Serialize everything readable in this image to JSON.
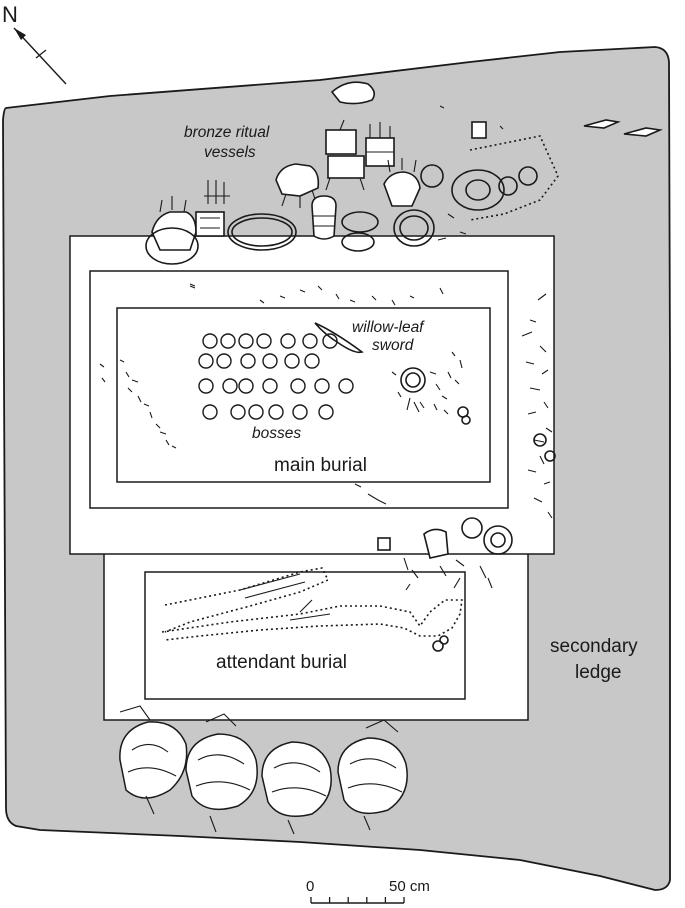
{
  "north": {
    "letter": "N"
  },
  "labels": {
    "bronze_vessels": [
      "bronze ritual",
      "vessels"
    ],
    "sword": [
      "willow-leaf",
      "sword"
    ],
    "bosses": "bosses",
    "main_burial": "main burial",
    "attendant_burial": "attendant burial",
    "secondary_ledge": [
      "secondary",
      "ledge"
    ]
  },
  "scale_bar": {
    "start": "0",
    "end": "50 cm"
  },
  "colors": {
    "ledge_fill": "#c8c8c8",
    "pit_fill": "#ffffff",
    "ink": "#1a1a1a"
  }
}
